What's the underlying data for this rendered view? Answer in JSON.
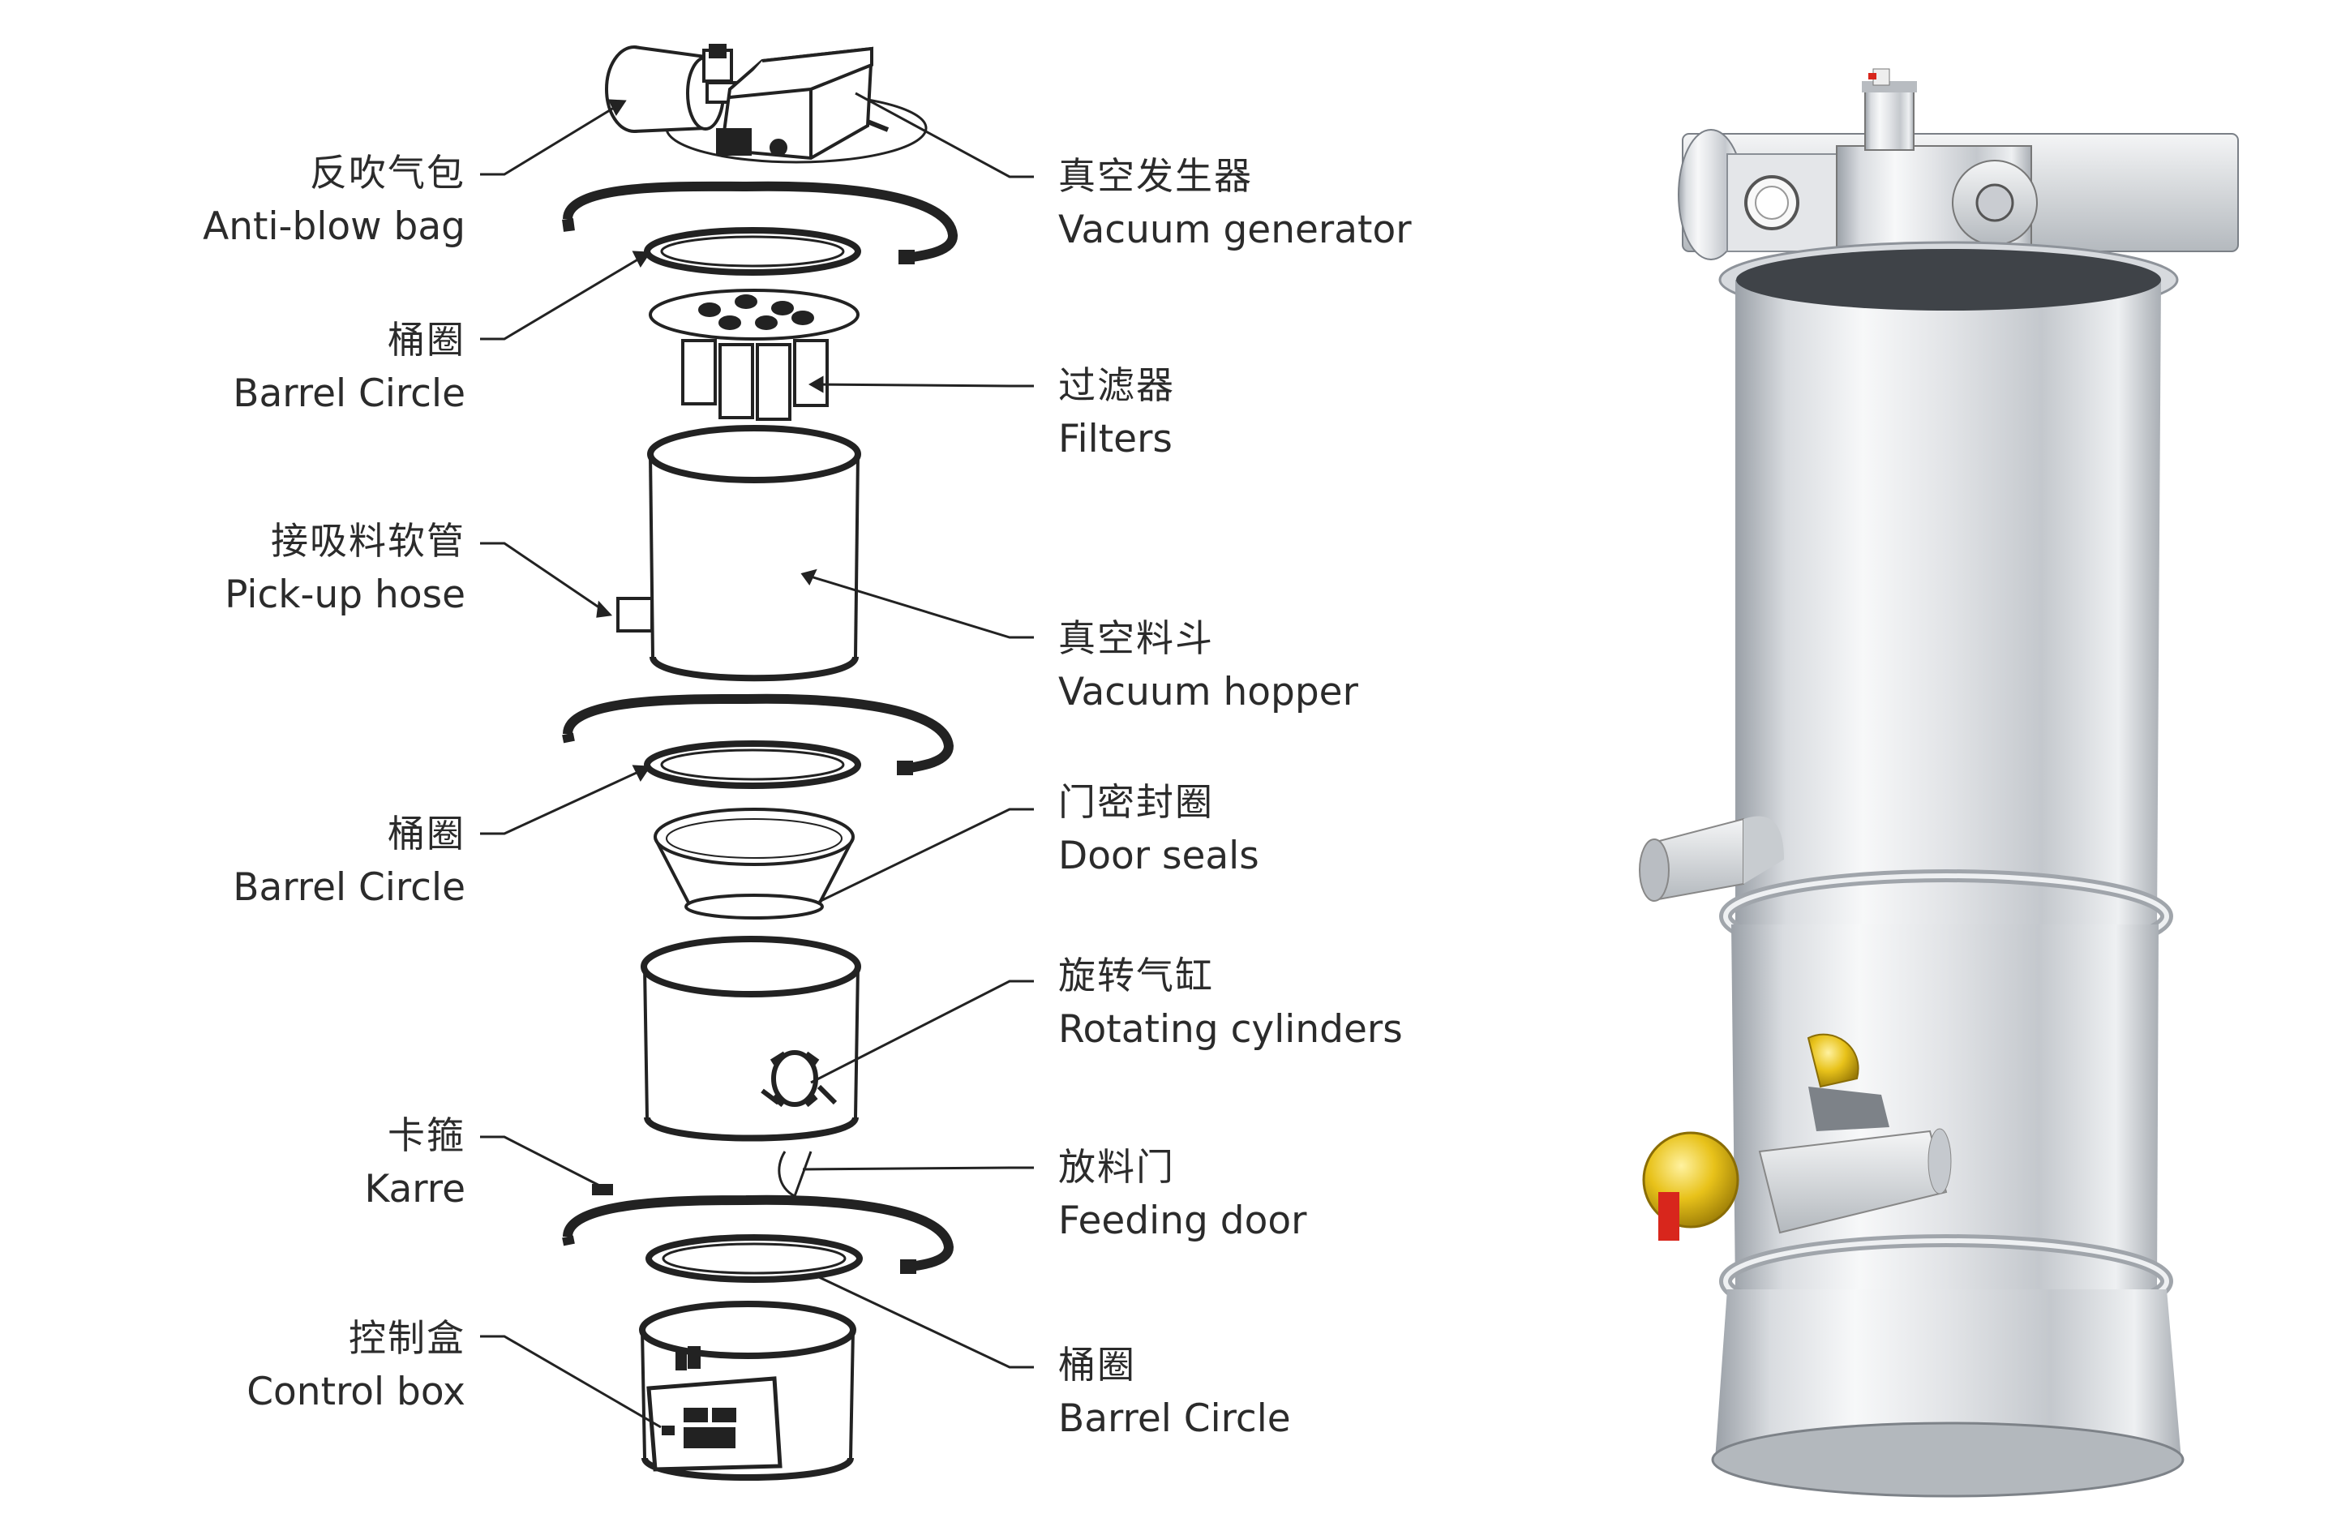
{
  "labels": {
    "anti_blow_bag": {
      "zh": "反吹气包",
      "en": "Anti-blow bag"
    },
    "barrel_circle_top": {
      "zh": "桶圈",
      "en": "Barrel Circle"
    },
    "pickup_hose": {
      "zh": "接吸料软管",
      "en": "Pick-up hose"
    },
    "barrel_circle_mid": {
      "zh": "桶圈",
      "en": "Barrel Circle"
    },
    "karre": {
      "zh": "卡箍",
      "en": "Karre"
    },
    "control_box": {
      "zh": "控制盒",
      "en": "Control box"
    },
    "vacuum_generator": {
      "zh": "真空发生器",
      "en": "Vacuum generator"
    },
    "filters": {
      "zh": "过滤器",
      "en": "Filters"
    },
    "vacuum_hopper": {
      "zh": "真空料斗",
      "en": "Vacuum hopper"
    },
    "door_seals": {
      "zh": "门密封圈",
      "en": "Door seals"
    },
    "rotating_cylinders": {
      "zh": "旋转气缸",
      "en": "Rotating cylinders"
    },
    "feeding_door": {
      "zh": "放料门",
      "en": "Feeding door"
    },
    "barrel_circle_bottom": {
      "zh": "桶圈",
      "en": "Barrel Circle"
    }
  },
  "colors": {
    "line": "#222222",
    "text": "#2b2b2b",
    "steel_light": "#f2f3f5",
    "steel_mid": "#c9ccd1",
    "steel_dark": "#8e939a",
    "yellow": "#e8c21a",
    "red": "#d8261c"
  }
}
